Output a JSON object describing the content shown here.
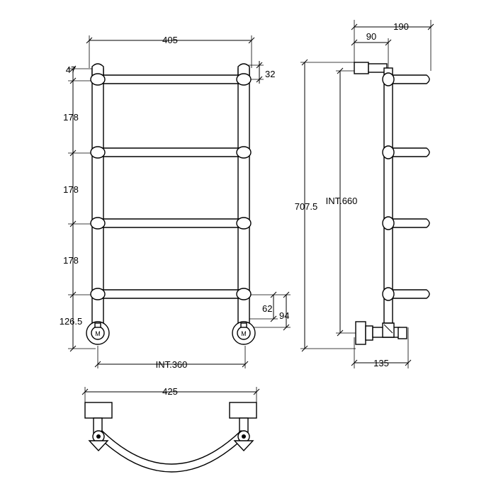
{
  "front_view": {
    "width_label": "405",
    "top_offset_label": "47",
    "cap_height_label": "32",
    "spacing_1_label": "178",
    "spacing_2_label": "178",
    "spacing_3_label": "178",
    "bottom_offset_label": "126.5",
    "valve_offset_label": "62",
    "bottom_height_label": "94",
    "inner_width_label": "INT.360"
  },
  "side_view": {
    "depth_label": "190",
    "wall_offset_label": "90",
    "height_label": "707.5",
    "inner_height_label": "INT.660",
    "valve_depth_label": "135"
  },
  "top_view": {
    "width_label": "425"
  }
}
